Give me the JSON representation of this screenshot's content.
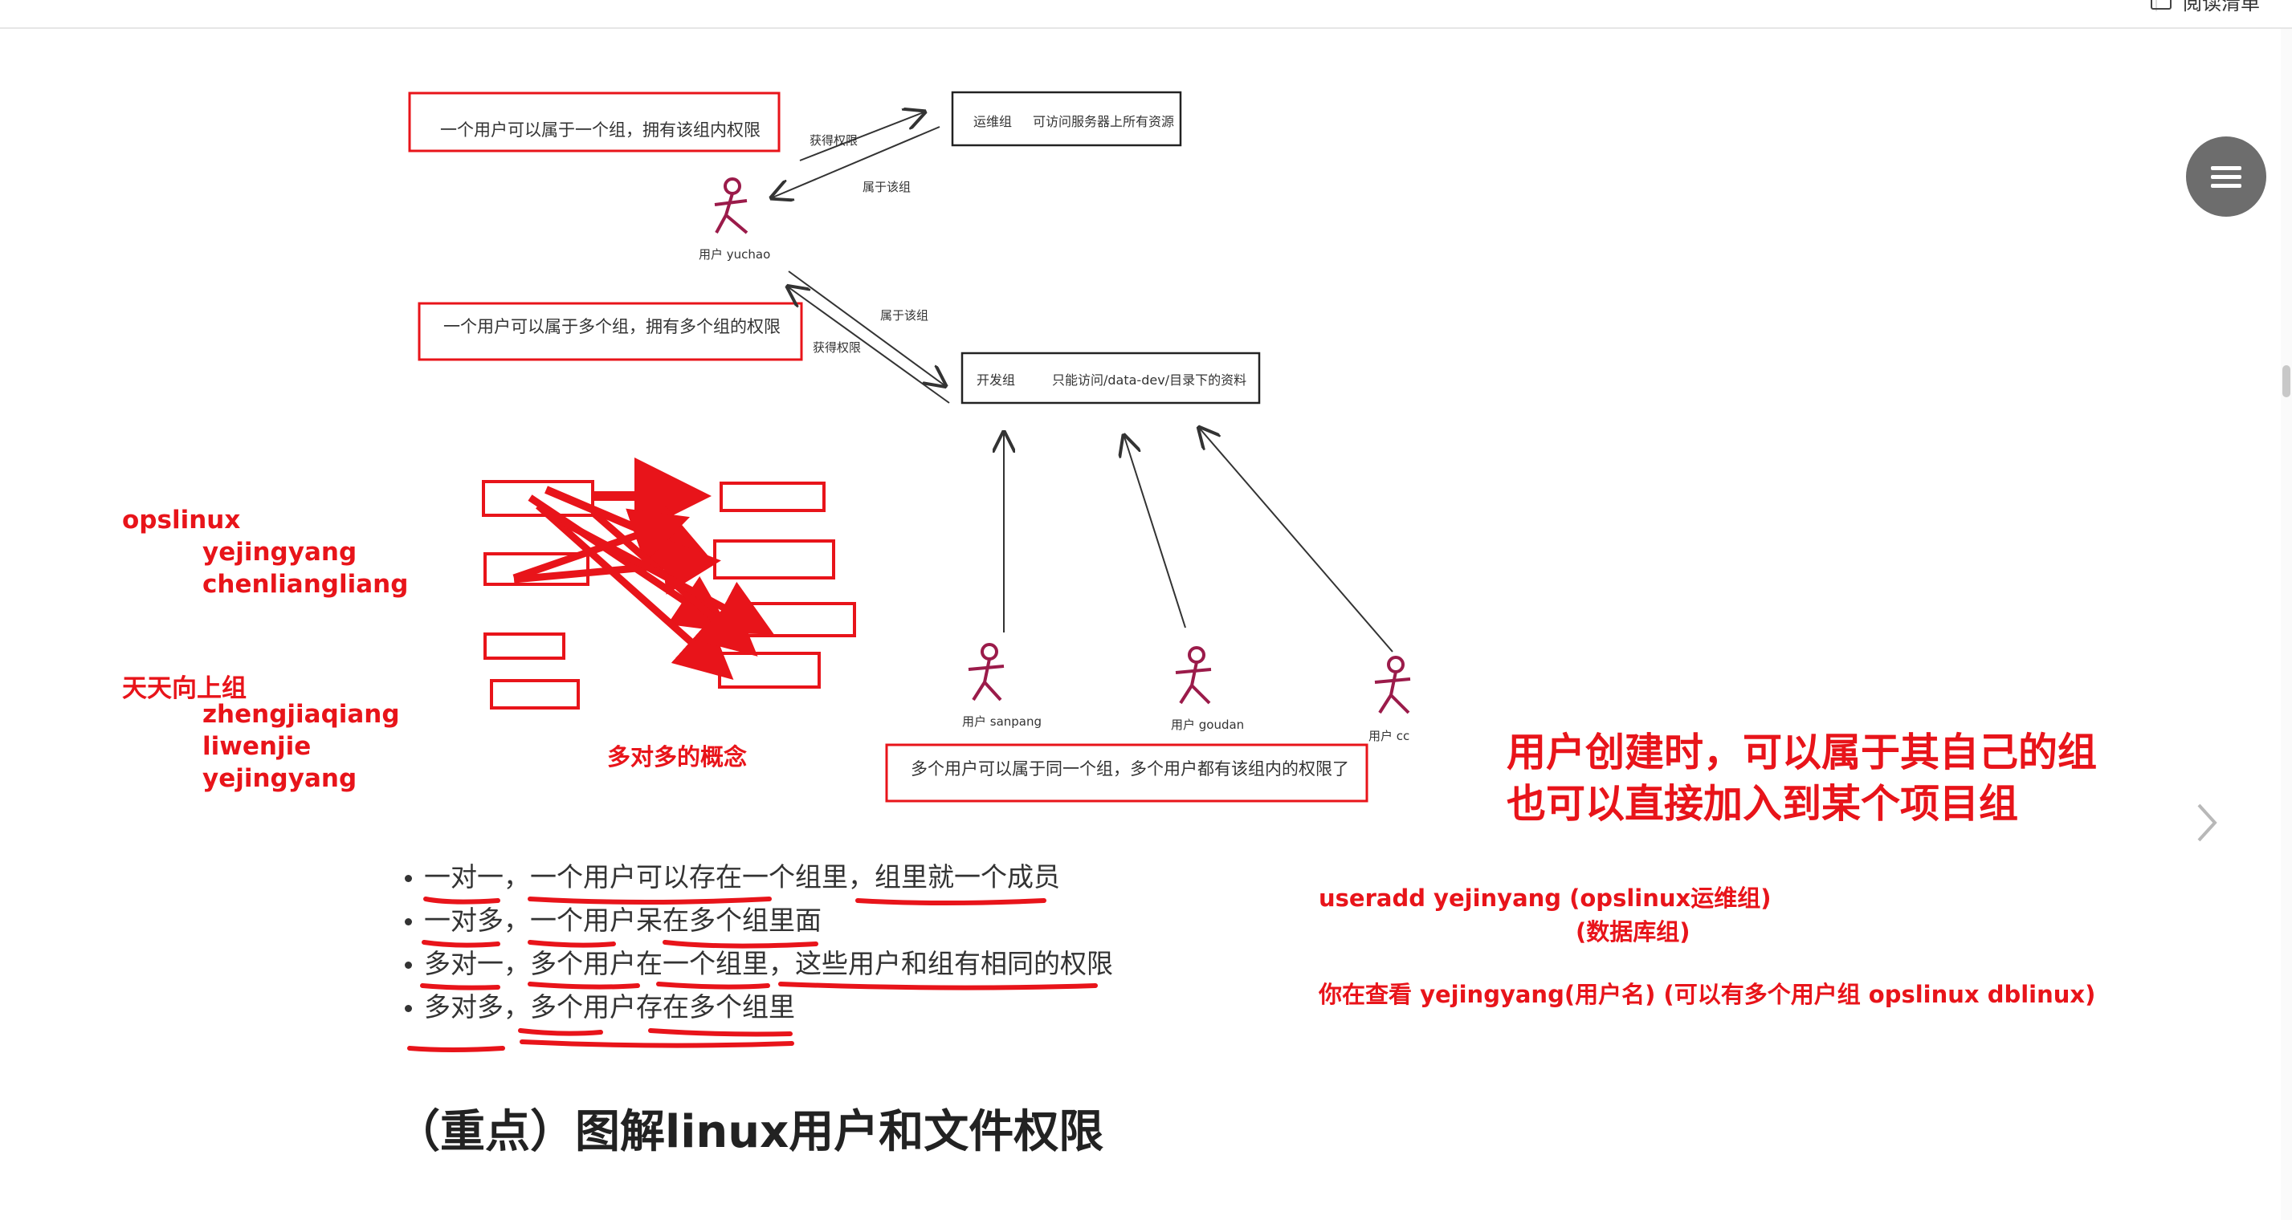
{
  "browser": {
    "reading_list_label": "阅读清单"
  },
  "diagram": {
    "note_one_group": "一个用户可以属于一个组，拥有该组内权限",
    "note_multi_group": "一个用户可以属于多个组，拥有多个组的权限",
    "note_many_users": "多个用户可以属于同一个组，多个用户都有该组内的权限了",
    "ops_group_label": "运维组",
    "ops_group_desc": "可访问服务器上所有资源",
    "dev_group_label": "开发组",
    "dev_group_desc": "只能访问/data-dev/目录下的资料",
    "edge_get_perm_1": "获得权限",
    "edge_belong_1": "属于该组",
    "edge_belong_2": "属于该组",
    "edge_get_perm_2": "获得权限",
    "user_yuchao": "用户 yuchao",
    "user_sanpang": "用户 sanpang",
    "user_goudan": "用户 goudan",
    "user_cc": "用户 cc"
  },
  "annotations": {
    "opslinux": "opslinux",
    "opslinux_member_1": "yejingyang",
    "opslinux_member_2": "chenliangliang",
    "group_tiantian": "天天向上组",
    "tiantian_member_1": "zhengjiaqiang",
    "tiantian_member_2": "liwenjie",
    "tiantian_member_3": "yejingyang",
    "many_to_many": "多对多的概念",
    "user_create_line1": "用户创建时，可以属于其自己的组",
    "user_create_line2": "也可以直接加入到某个项目组",
    "useradd_cmd": "useradd  yejinyang   (opslinux运维组)",
    "useradd_cmd2": "(数据库组)",
    "view_user": "你在查看  yejingyang(用户名)   (可以有多个用户组 opslinux  dblinux)"
  },
  "bullets": [
    "一对一，一个用户可以存在一个组里，组里就一个成员",
    "一对多，一个用户呆在多个组里面",
    "多对一，多个用户在一个组里，这些用户和组有相同的权限",
    "多对多，多个用户存在多个组里"
  ],
  "section_heading": "（重点）图解linux用户和文件权限",
  "colors": {
    "accent_red": "#e8141a",
    "figure_maroon": "#9b1b4a",
    "fab_gray": "#6d6d6d"
  },
  "icons": [
    "menu-icon",
    "chevron-right-icon",
    "reading-list-icon",
    "stick-figure-icon"
  ]
}
